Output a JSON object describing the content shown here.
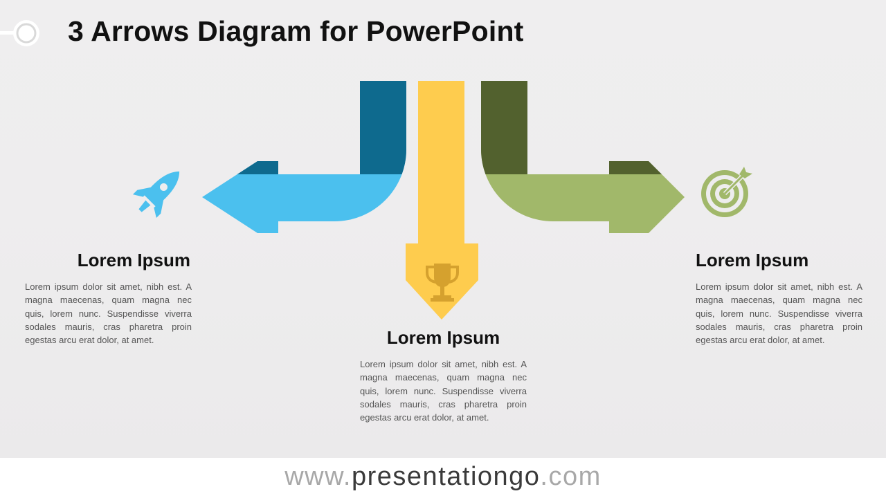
{
  "title": "3 Arrows Diagram for PowerPoint",
  "colors": {
    "blue_dark": "#0e6a8e",
    "blue_light": "#4bc0ee",
    "yellow": "#fecc4e",
    "trophy": "#d5a12e",
    "green_dark": "#52612e",
    "green_light": "#a1b86a"
  },
  "items": [
    {
      "heading": "Lorem Ipsum",
      "body": "Lorem ipsum dolor sit amet, nibh est. A magna maecenas, quam magna nec quis, lorem nunc. Suspendisse viverra sodales mauris, cras pharetra proin egestas arcu erat dolor, at amet.",
      "icon": "rocket-icon",
      "direction": "left"
    },
    {
      "heading": "Lorem Ipsum",
      "body": "Lorem ipsum dolor sit amet, nibh est. A magna maecenas, quam magna nec quis, lorem nunc. Suspendisse viverra sodales mauris, cras pharetra proin egestas arcu erat dolor, at amet.",
      "icon": "trophy-icon",
      "direction": "down"
    },
    {
      "heading": "Lorem Ipsum",
      "body": "Lorem ipsum dolor sit amet, nibh est. A magna maecenas, quam magna nec quis, lorem nunc. Suspendisse viverra sodales mauris, cras pharetra proin egestas arcu erat dolor, at amet.",
      "icon": "target-icon",
      "direction": "right"
    }
  ],
  "footer": {
    "prefix": "www.",
    "domain": "presentationgo",
    "suffix": ".com"
  }
}
